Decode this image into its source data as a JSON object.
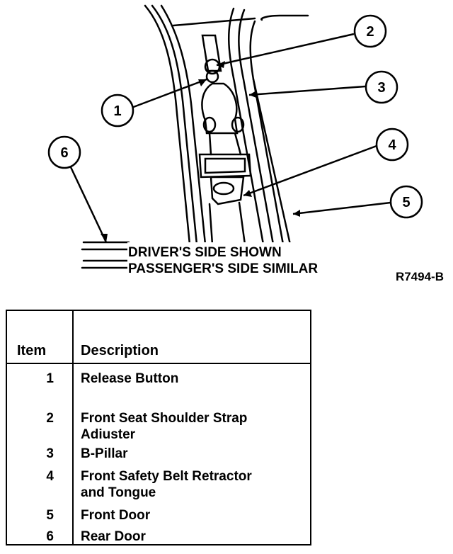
{
  "diagram": {
    "callouts": [
      "1",
      "2",
      "3",
      "4",
      "5",
      "6"
    ],
    "caption_line1": "DRIVER'S SIDE SHOWN",
    "caption_line2": "PASSENGER'S SIDE SIMILAR",
    "figure_id": "R7494-B"
  },
  "legend": {
    "header_item": "Item",
    "header_description": "Description",
    "rows": [
      {
        "item": "1",
        "description": "Release Button"
      },
      {
        "item": "2",
        "description": "Front Seat Shoulder Strap\nAdiuster"
      },
      {
        "item": "3",
        "description": "B-Pillar"
      },
      {
        "item": "4",
        "description": "Front Safety Belt Retractor\nand Tongue"
      },
      {
        "item": "5",
        "description": "Front Door"
      },
      {
        "item": "6",
        "description": "Rear Door"
      }
    ]
  }
}
